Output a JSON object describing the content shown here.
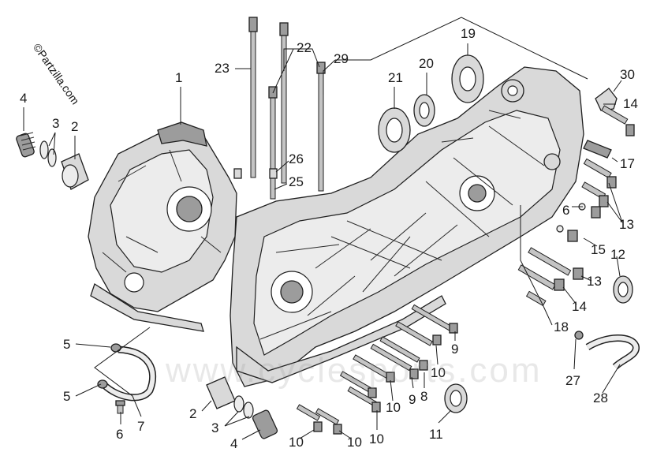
{
  "copyright_text": "©Partzilla.com",
  "watermark_text": "www.cyclesports.com",
  "callouts": [
    {
      "id": "c1",
      "text": "1"
    },
    {
      "id": "c2a",
      "text": "2"
    },
    {
      "id": "c3a",
      "text": "3"
    },
    {
      "id": "c4a",
      "text": "4"
    },
    {
      "id": "c23",
      "text": "23"
    },
    {
      "id": "c22",
      "text": "22"
    },
    {
      "id": "c29",
      "text": "29"
    },
    {
      "id": "c19",
      "text": "19"
    },
    {
      "id": "c20",
      "text": "20"
    },
    {
      "id": "c21",
      "text": "21"
    },
    {
      "id": "c30",
      "text": "30"
    },
    {
      "id": "c14a",
      "text": "14"
    },
    {
      "id": "c17",
      "text": "17"
    },
    {
      "id": "c26",
      "text": "26"
    },
    {
      "id": "c25",
      "text": "25"
    },
    {
      "id": "c13a",
      "text": "13"
    },
    {
      "id": "c6a",
      "text": "6"
    },
    {
      "id": "c15",
      "text": "15"
    },
    {
      "id": "c12",
      "text": "12"
    },
    {
      "id": "c13b",
      "text": "13"
    },
    {
      "id": "c14b",
      "text": "14"
    },
    {
      "id": "c18",
      "text": "18"
    },
    {
      "id": "c9a",
      "text": "9"
    },
    {
      "id": "c10a",
      "text": "10"
    },
    {
      "id": "c8",
      "text": "8"
    },
    {
      "id": "c9b",
      "text": "9"
    },
    {
      "id": "c10b",
      "text": "10"
    },
    {
      "id": "c27",
      "text": "27"
    },
    {
      "id": "c28",
      "text": "28"
    },
    {
      "id": "c5a",
      "text": "5"
    },
    {
      "id": "c5b",
      "text": "5"
    },
    {
      "id": "c6b",
      "text": "6"
    },
    {
      "id": "c7",
      "text": "7"
    },
    {
      "id": "c2b",
      "text": "2"
    },
    {
      "id": "c3b",
      "text": "3"
    },
    {
      "id": "c4b",
      "text": "4"
    },
    {
      "id": "c10c",
      "text": "10"
    },
    {
      "id": "c10d",
      "text": "10"
    },
    {
      "id": "c10e",
      "text": "10"
    },
    {
      "id": "c11",
      "text": "11"
    }
  ]
}
